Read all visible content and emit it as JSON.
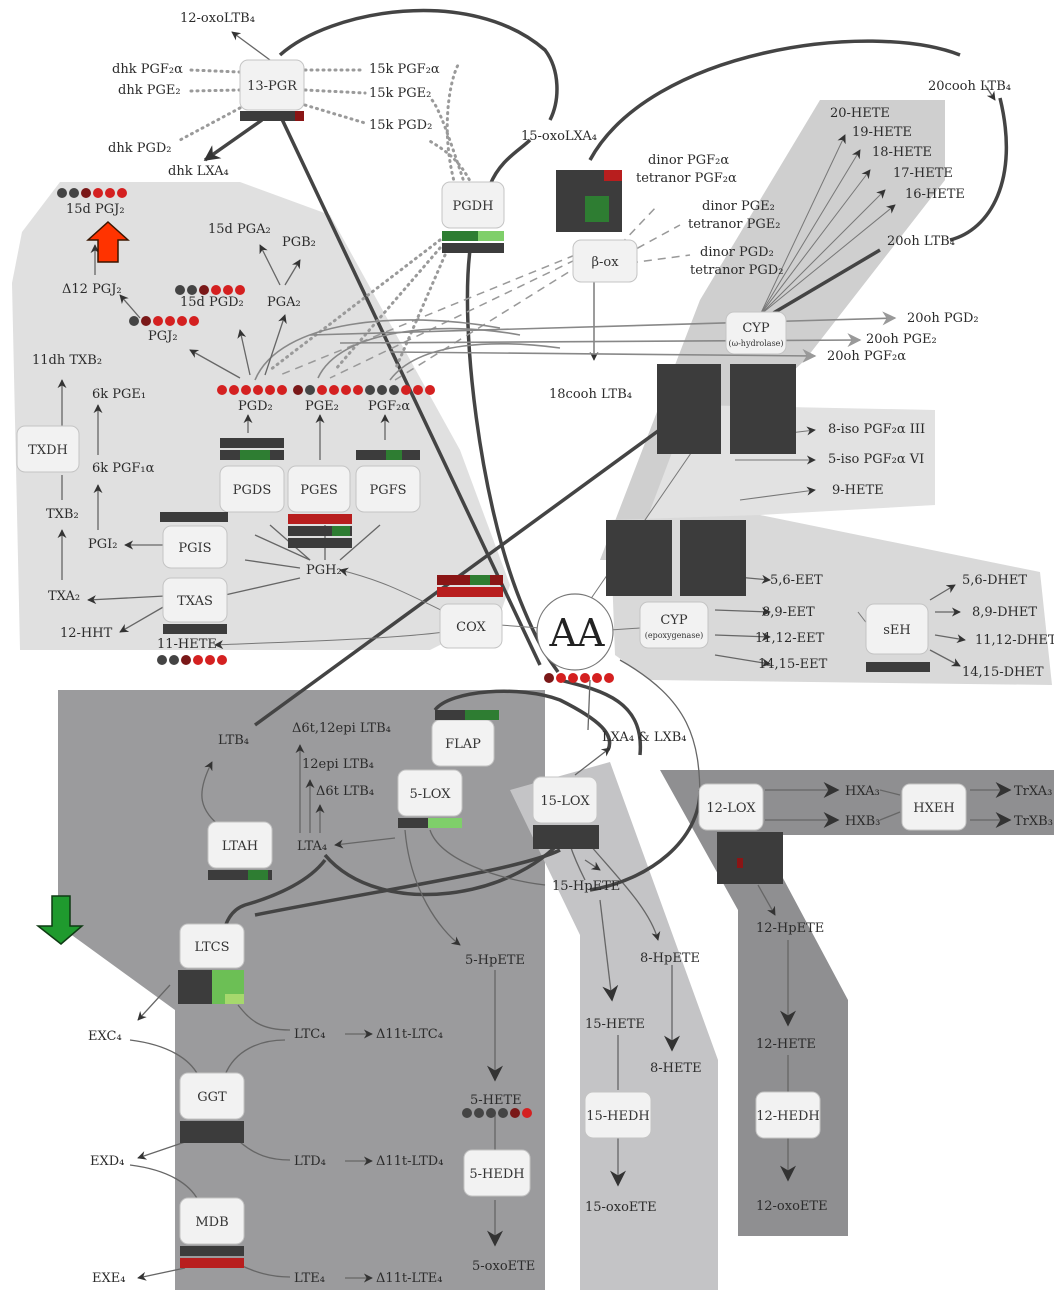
{
  "center": {
    "label": "AA"
  },
  "enzymes": {
    "pgr": "13-PGR",
    "pgdh": "PGDH",
    "box": "β-ox",
    "cyp_hydrolase": "CYP",
    "cyp_hydrolase_sub": "(ω-hydrolase)",
    "txdh": "TXDH",
    "pgds": "PGDS",
    "pges": "PGES",
    "pgfs": "PGFS",
    "pgis": "PGIS",
    "txas": "TXAS",
    "cox": "COX",
    "cyp_epox": "CYP",
    "cyp_epox_sub": "(epoxygenase)",
    "seh": "sEH",
    "flap": "FLAP",
    "lox5": "5-LOX",
    "lox15": "15-LOX",
    "lox12": "12-LOX",
    "hxeh": "HXEH",
    "ltah": "LTAH",
    "ltcs": "LTCS",
    "ggt": "GGT",
    "mdb": "MDB",
    "hedh5": "5-HEDH",
    "hedh15": "15-HEDH",
    "hedh12": "12-HEDH"
  },
  "metabolites": {
    "oxoltb4": "12-oxoLTB₄",
    "dhk_pgf2a": "dhk PGF₂α",
    "dhk_pge2": "dhk PGE₂",
    "dhk_pgd2": "dhk PGD₂",
    "dhk_lxa4": "dhk LXA₄",
    "k15_pgf2a": "15k PGF₂α",
    "k15_pge2": "15k PGE₂",
    "k15_pgd2": "15k PGD₂",
    "oxolxa4": "15-oxoLXA₄",
    "dinor_pgf2a": "dinor PGF₂α",
    "tetranor_pgf2a": "tetranor PGF₂α",
    "dinor_pge2": "dinor PGE₂",
    "tetranor_pge2": "tetranor PGE₂",
    "dinor_pgd2": "dinor PGD₂",
    "tetranor_pgd2": "tetranor PGD₂",
    "cooh20_ltb4": "20cooh LTB₄",
    "hete20": "20-HETE",
    "hete19": "19-HETE",
    "hete18": "18-HETE",
    "hete17": "17-HETE",
    "hete16": "16-HETE",
    "oh20_ltb4": "20oh LTB₄",
    "d15_pgj2": "15d PGJ₂",
    "d12_pgj2": "Δ12 PGJ₂",
    "d15_pga2": "15d PGA₂",
    "pgb2": "PGB₂",
    "pga2": "PGA₂",
    "d15_pgd2": "15d PGD₂",
    "pgj2": "PGJ₂",
    "oh20_pgd2": "20oh PGD₂",
    "oh20_pge2": "20oh PGE₂",
    "oh20_pgf2a": "20oh PGF₂α",
    "cooh18_ltb4": "18cooh LTB₄",
    "dh11_txb2": "11dh TXB₂",
    "k6_pge1": "6k PGE₁",
    "k6_pgf1a": "6k PGF₁α",
    "pgd2": "PGD₂",
    "pge2": "PGE₂",
    "pgf2a": "PGF₂α",
    "iso8": "8-iso PGF₂α III",
    "iso5": "5-iso PGF₂α VI",
    "hete9": "9-HETE",
    "txb2": "TXB₂",
    "pgi2": "PGI₂",
    "pgh2": "PGH₂",
    "txa2": "TXA₂",
    "hht12": "12-HHT",
    "hete11": "11-HETE",
    "eet56": "5,6-EET",
    "eet89": "8,9-EET",
    "eet1112": "11,12-EET",
    "eet1415": "14,15-EET",
    "dhet56": "5,6-DHET",
    "dhet89": "8,9-DHET",
    "dhet1112": "11,12-DHET",
    "dhet1415": "14,15-DHET",
    "ltb4": "LTB₄",
    "d6t_ltb4": "Δ6t,12epi LTB₄",
    "epi12_ltb4": "12epi LTB₄",
    "d6t2_ltb4": "Δ6t LTB₄",
    "lxa4_lxb4": "LXA₄ & LXB₄",
    "hxa3": "HXA₃",
    "hxb3": "HXB₃",
    "trxa3": "TrXA₃",
    "trxb3": "TrXB₃",
    "lta4": "LTA₄",
    "hpete15": "15-HpETE",
    "hpete12": "12-HpETE",
    "hpete8": "8-HpETE",
    "hpete5": "5-HpETE",
    "exc4": "EXC₄",
    "ltc4": "LTC₄",
    "d11t_ltc4": "Δ11t-LTC₄",
    "hete15": "15-HETE",
    "hete8": "8-HETE",
    "hete12": "12-HETE",
    "hete5": "5-HETE",
    "exd4": "EXD₄",
    "ltd4": "LTD₄",
    "d11t_ltd4": "Δ11t-LTD₄",
    "oxoete15": "15-oxoETE",
    "oxoete12": "12-oxoETE",
    "oxoete5": "5-oxoETE",
    "exe4": "EXE₄",
    "lte4": "LTE₄",
    "d11t_lte4": "Δ11t-LTE₄"
  },
  "colors": {
    "region_cox": "#e0e0e0",
    "region_cyp": "#cfcfcf",
    "region_lox5": "#9b9b9d",
    "region_lox15": "#c4c4c6",
    "region_lox12": "#8f8f91",
    "dark_cell": "#3c3c3c",
    "red": "#d42020",
    "dark_red": "#7a1818",
    "green": "#2e9a3e",
    "light_green": "#7fcf6a",
    "up_arrow": "#ff3300",
    "down_arrow": "#1f9a2e"
  },
  "indicators": {
    "up_arrow_icon": "up-arrow-icon",
    "down_arrow_icon": "down-arrow-icon"
  }
}
